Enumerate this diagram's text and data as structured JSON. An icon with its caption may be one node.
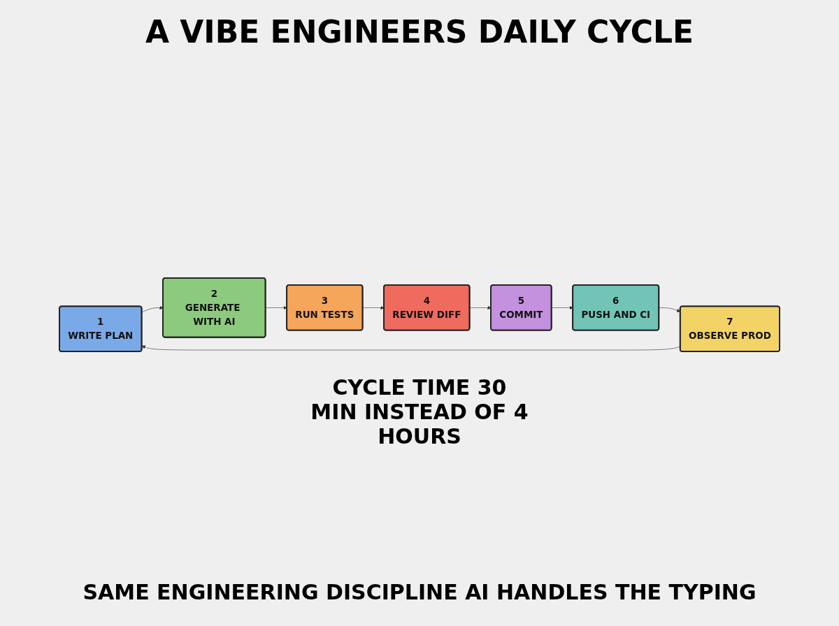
{
  "diagram": {
    "title": "A VIBE ENGINEERS DAILY CYCLE",
    "caption": "SAME ENGINEERING DISCIPLINE AI HANDLES THE TYPING",
    "nodes": [
      {
        "text": [
          "1",
          "WRITE PLAN"
        ]
      },
      {
        "text": [
          "2",
          "GENERATE WITH AI"
        ]
      },
      {
        "text": [
          "3",
          "RUN TESTS"
        ]
      },
      {
        "text": [
          "4",
          "REVIEW DIFF"
        ]
      },
      {
        "text": [
          "5",
          "COMMIT"
        ]
      },
      {
        "text": [
          "6",
          "PUSH AND CI"
        ]
      },
      {
        "text": [
          "7",
          "OBSERVE PROD"
        ]
      }
    ],
    "edges": [
      {
        "from": 0,
        "to": 1,
        "arrow": "to"
      },
      {
        "from": 1,
        "to": 2,
        "arrow": "to"
      },
      {
        "from": 2,
        "to": 3,
        "arrow": "to"
      },
      {
        "from": 3,
        "to": 4,
        "arrow": "to"
      },
      {
        "from": 4,
        "to": 5,
        "arrow": "to"
      },
      {
        "from": 5,
        "to": 6,
        "arrow": "to"
      },
      {
        "from": 6,
        "to": 0,
        "arrow": "to"
      }
    ],
    "labels": [
      "CYCLE TIME 30 MIN INSTEAD OF 4 HOURS"
    ]
  }
}
